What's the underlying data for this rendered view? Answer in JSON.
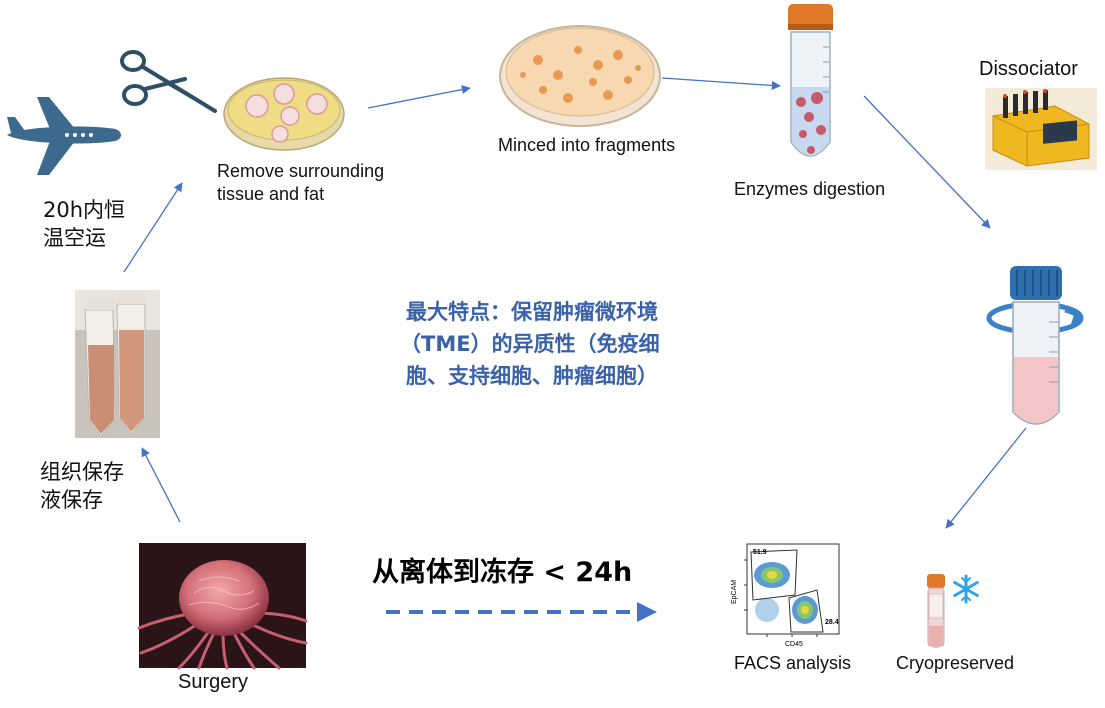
{
  "labels": {
    "remove_tissue_line1": "Remove surrounding",
    "remove_tissue_line2": "tissue and fat",
    "minced": "Minced into fragments",
    "enzymes": "Enzymes digestion",
    "dissociator": "Dissociator",
    "facs": "FACS analysis",
    "cryo": "Cryopreserved",
    "surgery": "Surgery"
  },
  "chinese": {
    "transport_line1": "20h内恒",
    "transport_line2": "温空运",
    "storage_line1": "组织保存",
    "storage_line2": "液保存",
    "feature_line1": "最大特点：保留肿瘤微环境",
    "feature_line2": "（TME）的异质性（免疫细",
    "feature_line3": "胞、支持细胞、肿瘤细胞）",
    "time_limit": "从离体到冻存 < 24h"
  },
  "facs_plot": {
    "y_label": "EpCAM",
    "x_label": "CD45",
    "gate1": "51.9",
    "gate2": "28.4"
  },
  "colors": {
    "arrow": "#4472c4",
    "highlight_text": "#3a62a8",
    "icon_blue": "#3b6a8c",
    "tube_cap": "#e0782a",
    "snowflake": "#2ea3e8"
  }
}
